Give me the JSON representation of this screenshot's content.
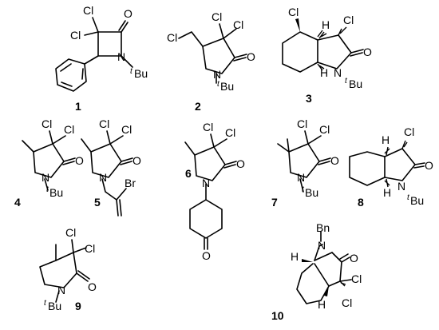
{
  "labels": {
    "cl": "Cl",
    "n": "N",
    "o": "O",
    "h": "H",
    "br": "Br",
    "bu": "Bu",
    "bn": "Bn",
    "t": "t"
  },
  "compounds": [
    {
      "number": "1"
    },
    {
      "number": "2"
    },
    {
      "number": "3"
    },
    {
      "number": "4"
    },
    {
      "number": "5"
    },
    {
      "number": "6"
    },
    {
      "number": "7"
    },
    {
      "number": "8"
    },
    {
      "number": "9"
    },
    {
      "number": "10"
    }
  ]
}
